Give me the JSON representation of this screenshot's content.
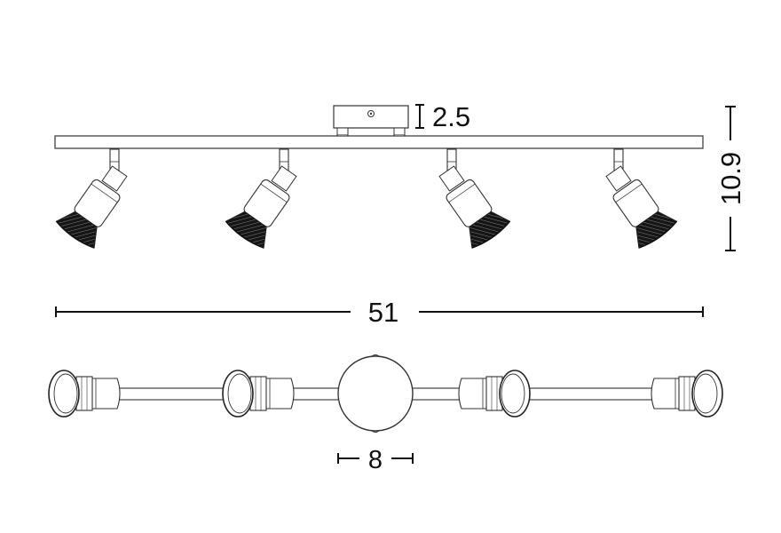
{
  "dimensions": {
    "canopy_height": "2.5",
    "total_height": "10.9",
    "total_width": "51",
    "canopy_diameter": "8"
  },
  "colors": {
    "line": "#333333",
    "dark_fill": "#1a1a1a",
    "background": "#ffffff"
  }
}
